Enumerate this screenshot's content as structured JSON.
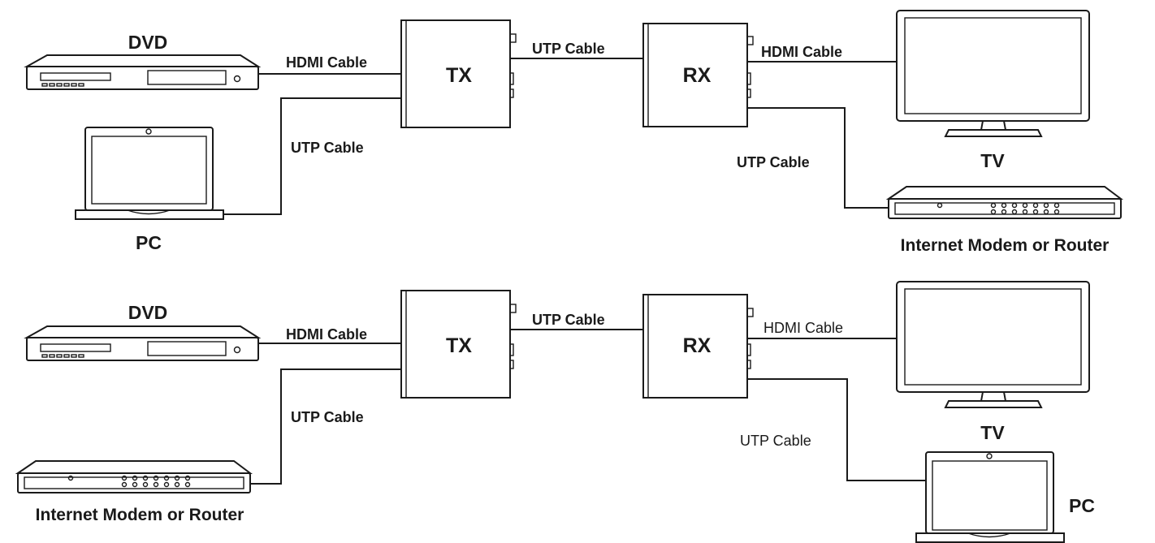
{
  "setup_1": {
    "source_top": "DVD",
    "source_bottom": "PC",
    "dvd_link": "HDMI Cable",
    "source_link": "UTP Cable",
    "transmitter": "TX",
    "extension_link": "UTP Cable",
    "receiver": "RX",
    "display_link": "HDMI Cable",
    "display": "TV",
    "network_link": "UTP Cable",
    "network_device": "Internet Modem or Router"
  },
  "setup_2": {
    "source_top": "DVD",
    "source_bottom": "Internet Modem or Router",
    "dvd_link": "HDMI Cable",
    "source_link": "UTP Cable",
    "transmitter": "TX",
    "extension_link": "UTP Cable",
    "receiver": "RX",
    "display_link": "HDMI Cable",
    "display": "TV",
    "network_link": "UTP Cable",
    "network_device": "PC"
  }
}
